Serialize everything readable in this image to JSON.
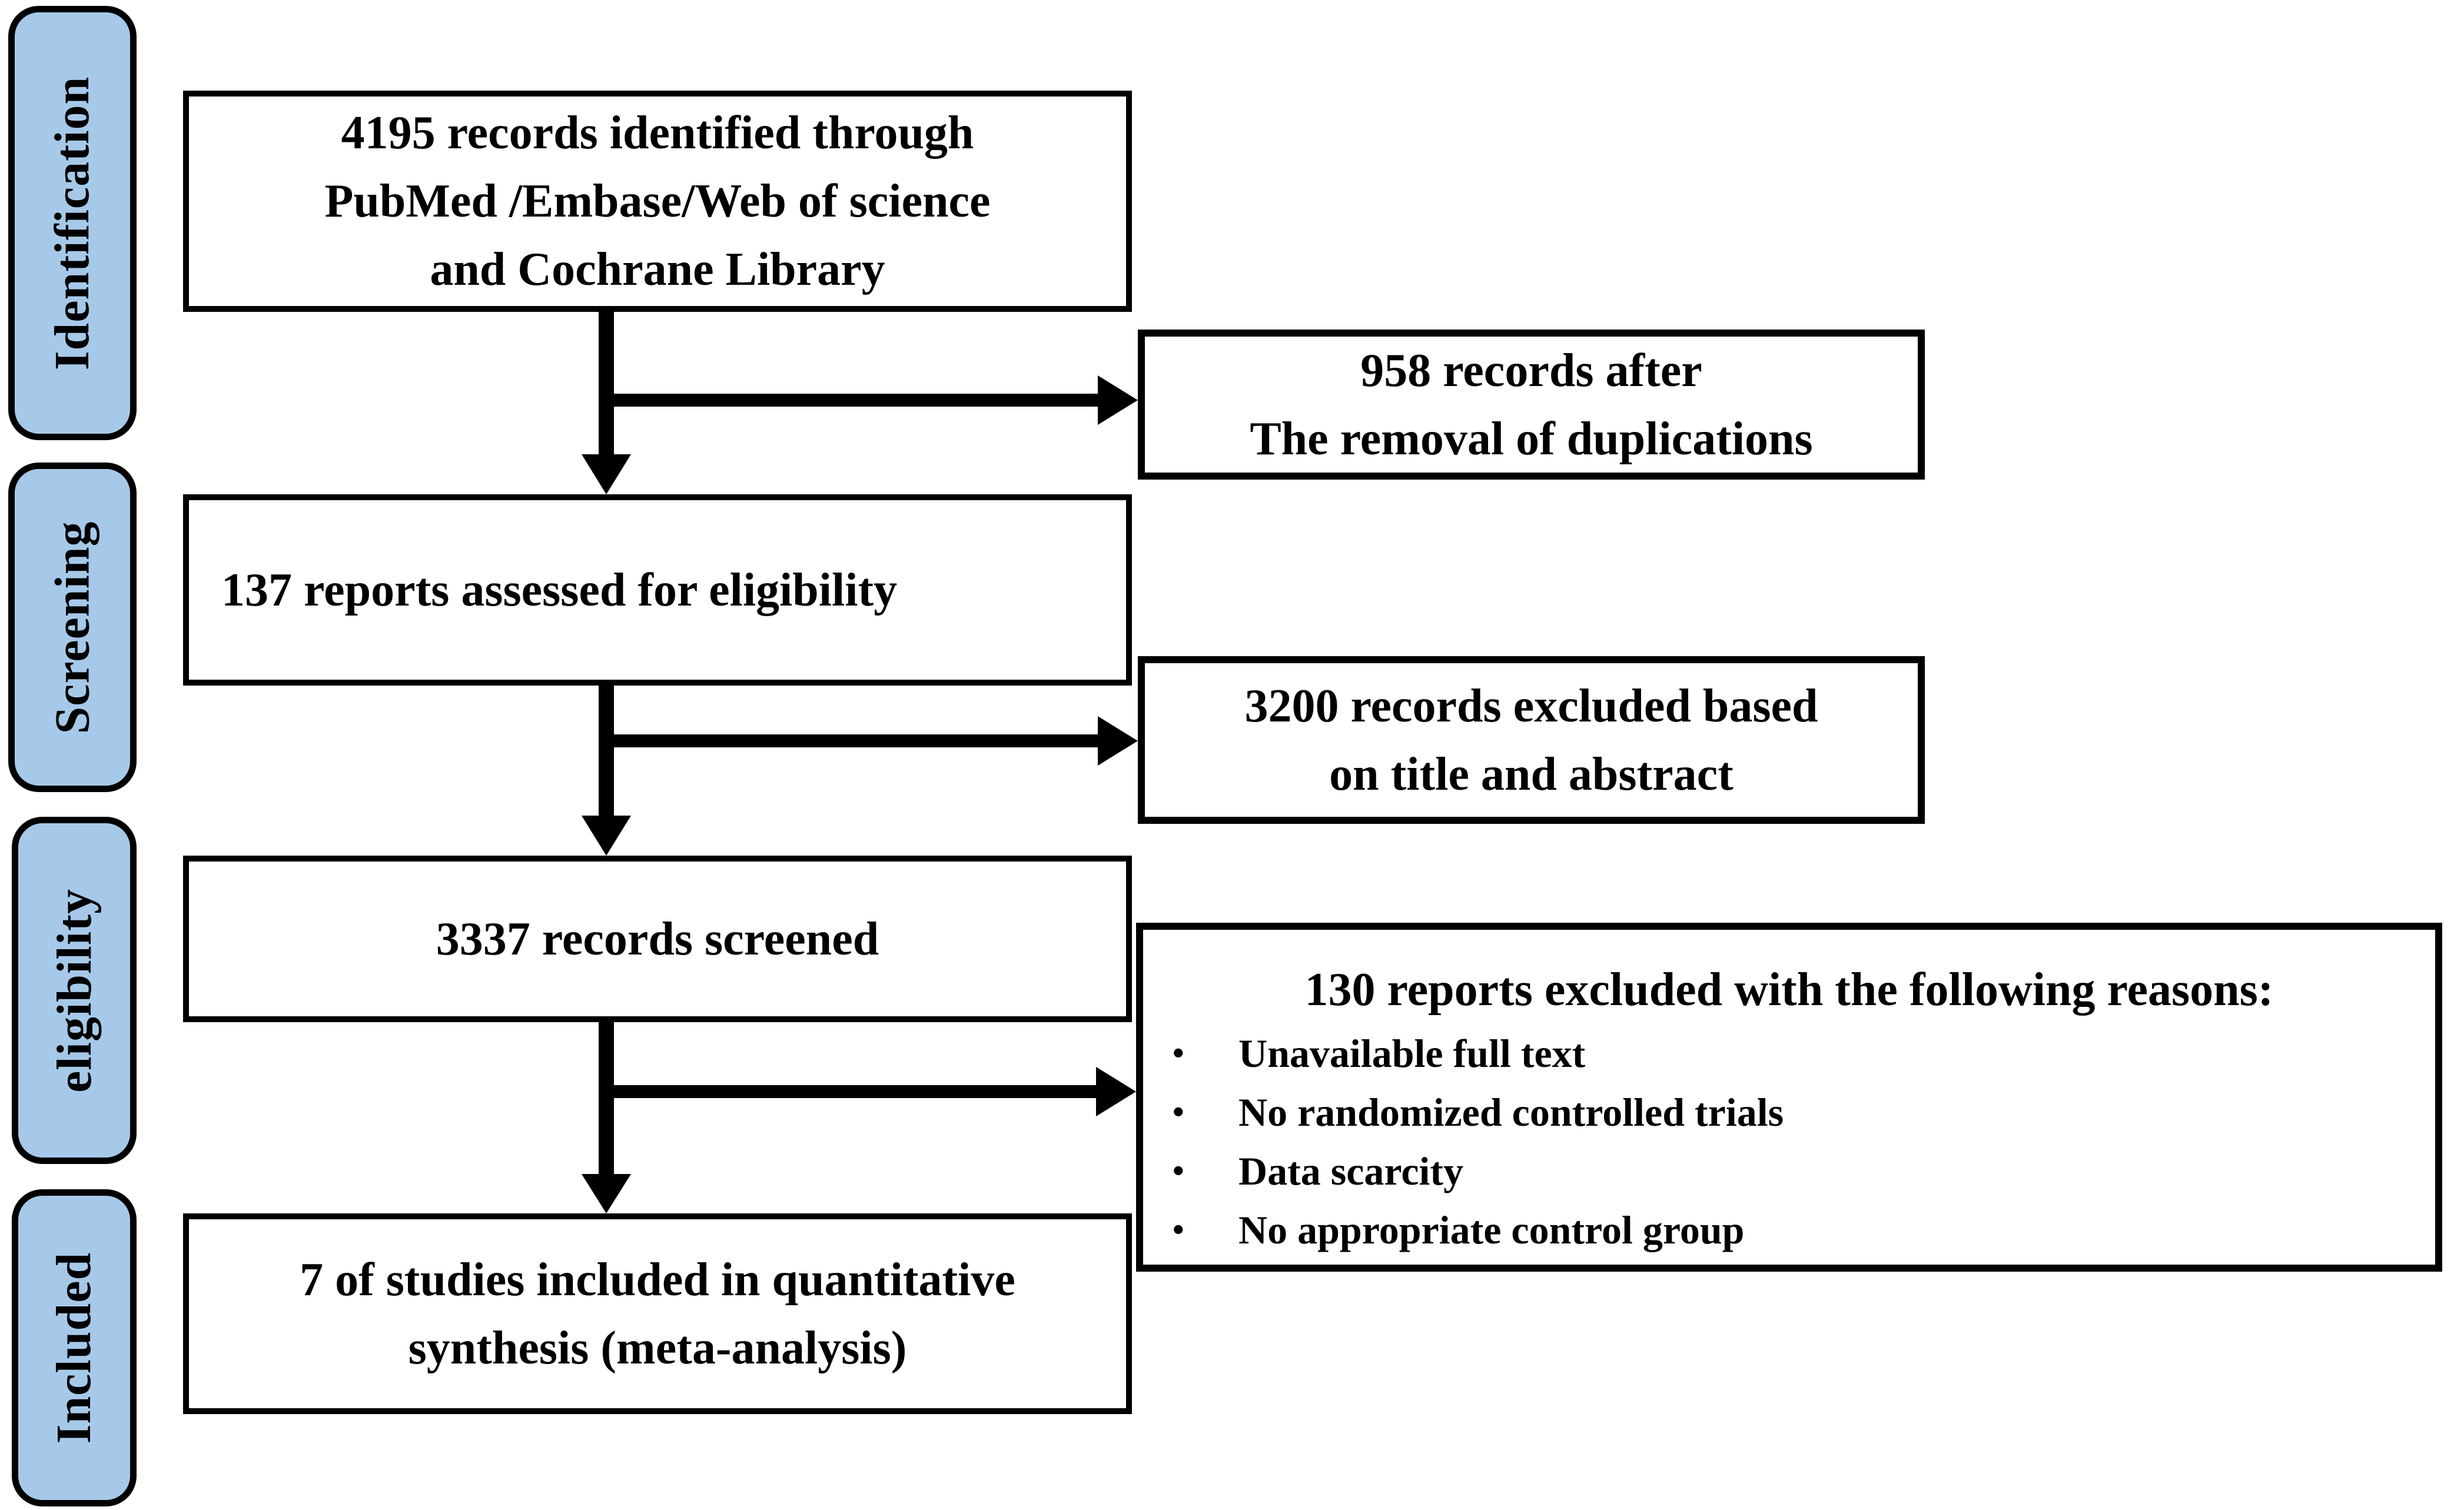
{
  "stages": {
    "identification": "Identification",
    "screening": "Screening",
    "eligibility": "eligibility",
    "included": "Included"
  },
  "boxes": {
    "identified": {
      "line1": "4195 records identified through",
      "line2": "PubMed /Embase/Web of science",
      "line3": "and Cochrane Library"
    },
    "assessed": {
      "line1": "137 reports assessed for eligibility"
    },
    "screened": {
      "line1": "3337 records screened"
    },
    "synthesis": {
      "line1": "7 of studies included in quantitative",
      "line2": "synthesis (meta-analysis)"
    },
    "duplicates": {
      "line1": "958 records after",
      "line2": "The removal of duplications"
    },
    "title_abstract": {
      "line1": "3200 records excluded based",
      "line2": "on title and abstract"
    },
    "reasons": {
      "title": "130 reports excluded with the following reasons:",
      "bullet_char": "•",
      "item1": "Unavailable full text",
      "item2": "No randomized controlled trials",
      "item3": "Data scarcity",
      "item4": "No appropriate control group"
    }
  },
  "colors": {
    "stage_fill": "#A6C9E9",
    "stage_border": "#000000",
    "box_border": "#000000",
    "arrow": "#000000",
    "background": "#FFFFFF"
  }
}
